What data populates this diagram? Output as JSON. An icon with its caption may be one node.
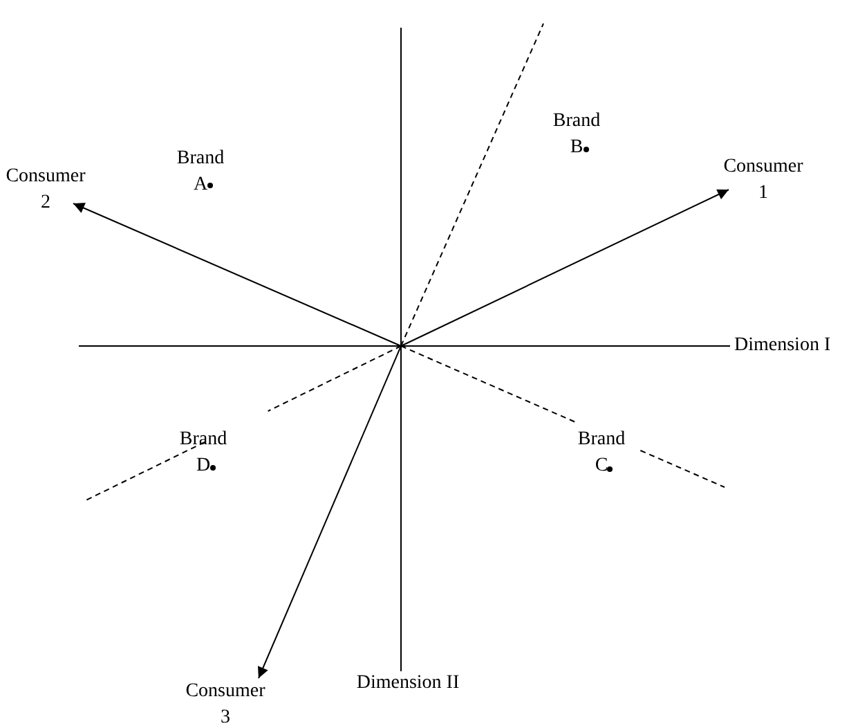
{
  "diagram": {
    "nodes": [
      {
        "text": [
          "Consumer 2"
        ]
      },
      {
        "text": [
          "Consumer 1"
        ]
      },
      {
        "text": [
          "Consumer 3"
        ]
      }
    ],
    "edges": [
      {
        "from": null,
        "to": 0,
        "arrow": "to"
      },
      {
        "from": null,
        "to": 1,
        "arrow": "to"
      },
      {
        "from": null,
        "to": 2,
        "arrow": "to"
      }
    ],
    "labels": [
      "Brand B",
      "Brand A",
      "Dimension I",
      "Brand D",
      "Brand C",
      "Dimension II"
    ]
  }
}
